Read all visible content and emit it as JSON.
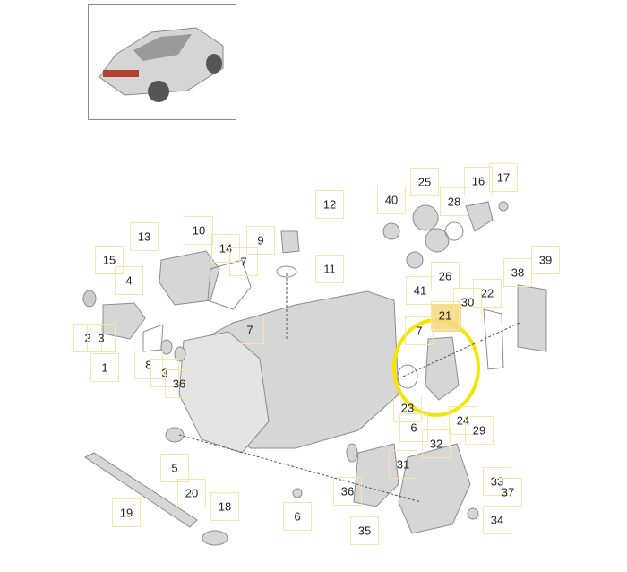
{
  "diagram": {
    "vehicle_thumbnail": "car-rear-view",
    "highlight_color": "#f5e600",
    "selected_part": "21",
    "callouts": [
      "12",
      "13",
      "10",
      "14",
      "7",
      "9",
      "11",
      "15",
      "4",
      "7",
      "2",
      "3",
      "1",
      "8",
      "3",
      "36",
      "40",
      "25",
      "28",
      "16",
      "17",
      "26",
      "41",
      "38",
      "39",
      "22",
      "30",
      "21",
      "7",
      "23",
      "6",
      "24",
      "29",
      "32",
      "5",
      "31",
      "33",
      "37",
      "36",
      "20",
      "19",
      "18",
      "6",
      "35",
      "34"
    ]
  }
}
